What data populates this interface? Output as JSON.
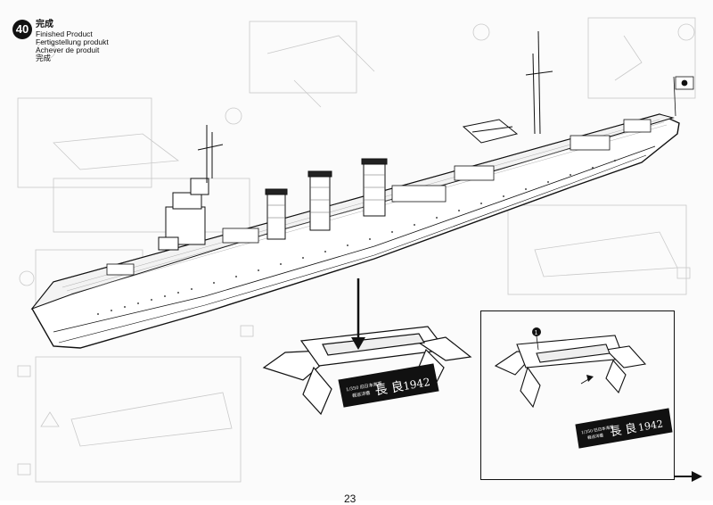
{
  "step": {
    "number": "40",
    "title_jp": "完成",
    "title_en": "Finished Product",
    "title_de": "Fertigstellung produkt",
    "title_fr": "Achever de produit",
    "title_cn": "完成"
  },
  "stand_plate": {
    "small_line1": "1/350 旧日本海軍",
    "small_line2": "軽巡洋艦",
    "name": "長 良",
    "year": "1942"
  },
  "detail": {
    "marker": "1"
  },
  "page_number": "23"
}
